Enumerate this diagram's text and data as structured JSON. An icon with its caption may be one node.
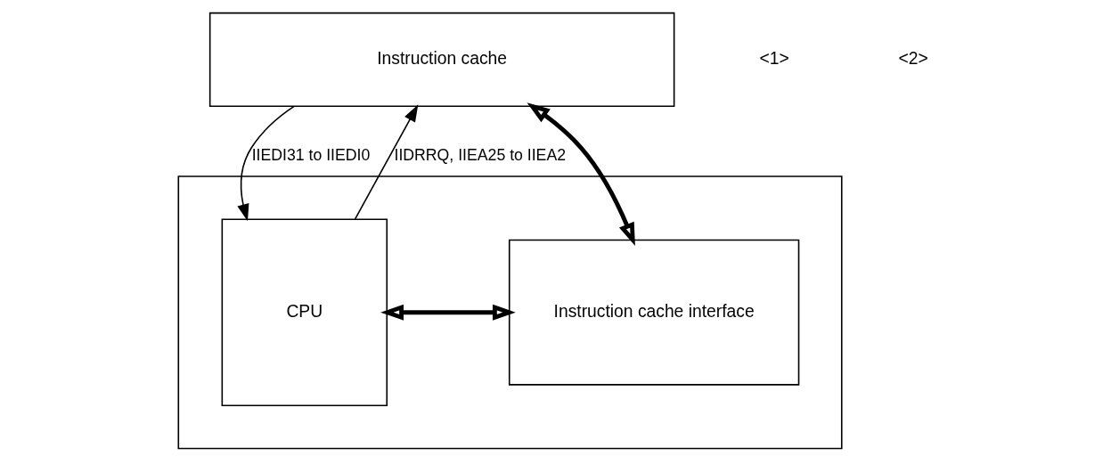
{
  "diagram": {
    "nodes": [
      {
        "text": [
          "Instruction cache"
        ]
      },
      {
        "text": [],
        "shape": "box"
      },
      {
        "text": [
          "CPU"
        ],
        "in": 1
      },
      {
        "text": [
          "Instruction cache interface"
        ],
        "in": 1
      }
    ],
    "edges": [
      {
        "from": 2,
        "to": 0,
        "arrow": "to",
        "label": "IIDRRQ, IIEA25 to IIEA2"
      },
      {
        "from": 0,
        "to": 2,
        "arrow": "to",
        "label": "IIEDI31 to IIEDI0"
      },
      {
        "from": 0,
        "to": 3,
        "arrow": "both",
        "style": "thick"
      },
      {
        "from": 2,
        "to": 3,
        "arrow": "both",
        "style": "thick"
      }
    ],
    "labels": [
      "<1>",
      "<2>"
    ]
  }
}
